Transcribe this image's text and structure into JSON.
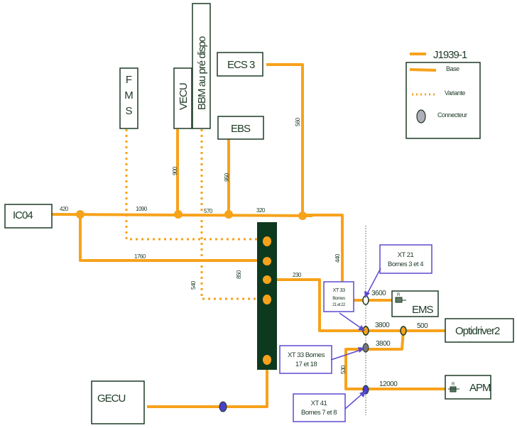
{
  "legend": {
    "title": "J1939-1",
    "items": [
      {
        "type": "base",
        "label": "Base"
      },
      {
        "type": "variante",
        "label": "Variante"
      },
      {
        "type": "connecteur",
        "label": "Connecteur"
      }
    ]
  },
  "colors": {
    "wire": "#f7a21b",
    "box_border": "#1d3a26",
    "callout_border": "#5b4bd0",
    "connector_blue": "#4a40c8",
    "connector_grey": "#b0aeb8",
    "bus_bar": "#0d3a1f"
  },
  "ecus": {
    "ic04": "IC04",
    "fms": [
      "F",
      "M",
      "S"
    ],
    "vecu": "VECU",
    "bbm": "BBM   au pré dispo",
    "ecs3": "ECS 3",
    "ebs": "EBS",
    "gecu": "GECU",
    "ems": "EMS",
    "optidriver": "Optidriver2",
    "apm": "APM"
  },
  "lengths": {
    "ic04_seg": "420",
    "main_1": "1090",
    "main_2": "570",
    "main_3": "320",
    "vecu_drop": "900",
    "ebs_drop": "950",
    "ecs3_drop": "560",
    "lower_loop": "1760",
    "bbm_variant": "540",
    "bus_bar": "850",
    "bar_out": "230",
    "ems_drop": "440",
    "ems_seg": "3600",
    "opti_seg1": "3800",
    "opti_seg2": "500",
    "apm_upper": "3800",
    "apm_vert": "530",
    "apm_seg": "12000"
  },
  "callouts": {
    "xt21": [
      "XT 21",
      "Bornes 3 et 4"
    ],
    "xt33a": [
      "XT 33",
      "Bornes",
      "21 et 22"
    ],
    "xt33b": [
      "XT 33 Bornes",
      "17 et 18"
    ],
    "xt41": [
      "XT 41",
      "Bornes 7 et 8"
    ]
  },
  "resistor_label": "R"
}
